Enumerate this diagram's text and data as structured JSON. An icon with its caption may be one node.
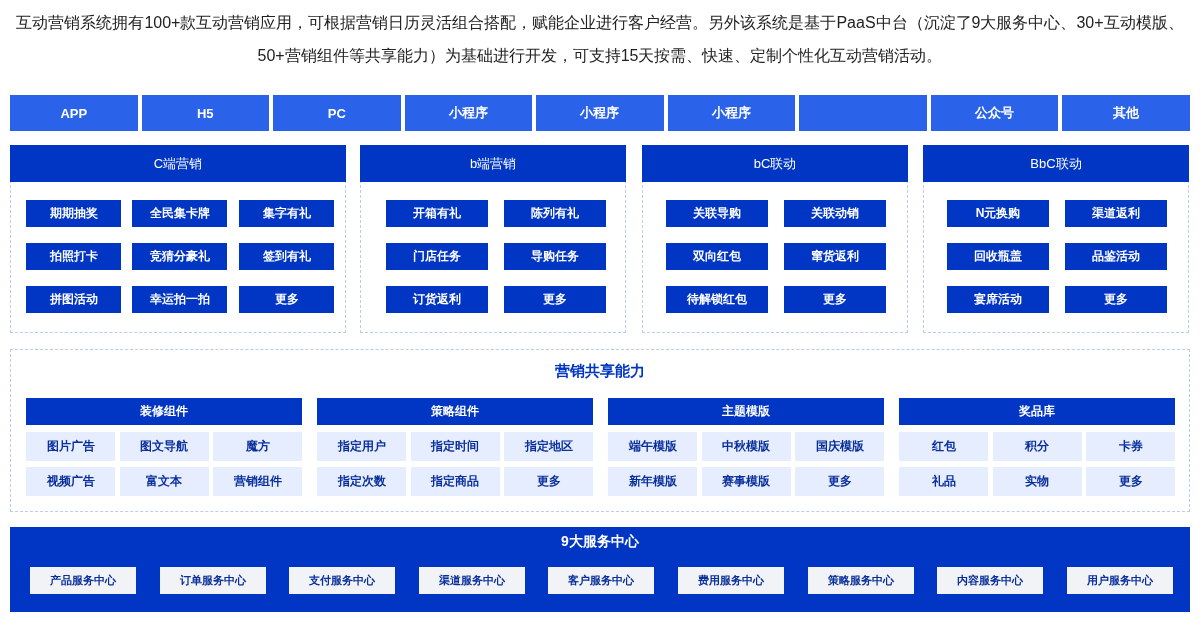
{
  "diagram": {
    "title": "互动营销系统拥有100+款互动营销应用，可根据营销日历灵活组合搭配，赋能企业进行客户经营。另外该系统是基于PaaS中台（沉淀了9大服务中心、30+互动模版、50+营销组件等共享能力）为基础进行开发，可支持15天按需、快速、定制个性化互动营销活动。",
    "nodes": [
      {
        "text": [
          "APP"
        ]
      },
      {
        "text": [
          "H5"
        ]
      },
      {
        "text": [
          "PC"
        ]
      },
      {
        "text": [
          "小程序"
        ]
      },
      {
        "text": [
          "小程序"
        ]
      },
      {
        "text": [
          "小程序"
        ]
      },
      {
        "text": [],
        "shape": "box"
      },
      {
        "text": [
          "公众号"
        ]
      },
      {
        "text": [
          "其他"
        ]
      },
      {
        "text": [
          "C端营销"
        ]
      },
      {
        "text": [
          "期期抽奖"
        ],
        "in": 9
      },
      {
        "text": [
          "全民集卡牌"
        ],
        "in": 9
      },
      {
        "text": [
          "集字有礼"
        ],
        "in": 9
      },
      {
        "text": [
          "拍照打卡"
        ],
        "in": 9
      },
      {
        "text": [
          "竞猜分豪礼"
        ],
        "in": 9
      },
      {
        "text": [
          "签到有礼"
        ],
        "in": 9
      },
      {
        "text": [
          "拼图活动"
        ],
        "in": 9
      },
      {
        "text": [
          "幸运拍一拍"
        ],
        "in": 9
      },
      {
        "text": [
          "更多"
        ],
        "in": 9
      },
      {
        "text": [
          "b端营销"
        ]
      },
      {
        "text": [
          "开箱有礼"
        ],
        "in": 19
      },
      {
        "text": [
          "陈列有礼"
        ],
        "in": 19
      },
      {
        "text": [
          "门店任务"
        ],
        "in": 19
      },
      {
        "text": [
          "导购任务"
        ],
        "in": 19
      },
      {
        "text": [
          "订货返利"
        ],
        "in": 19
      },
      {
        "text": [
          "更多"
        ],
        "in": 19
      },
      {
        "text": [
          "bC联动"
        ]
      },
      {
        "text": [
          "关联导购"
        ],
        "in": 26
      },
      {
        "text": [
          "关联动销"
        ],
        "in": 26
      },
      {
        "text": [
          "双向红包"
        ],
        "in": 26
      },
      {
        "text": [
          "窜货返利"
        ],
        "in": 26
      },
      {
        "text": [
          "待解锁红包"
        ],
        "in": 26
      },
      {
        "text": [
          "更多"
        ],
        "in": 26
      },
      {
        "text": [
          "BbC联动"
        ]
      },
      {
        "text": [
          "N元换购"
        ],
        "in": 33
      },
      {
        "text": [
          "渠道返利"
        ],
        "in": 33
      },
      {
        "text": [
          "回收瓶盖"
        ],
        "in": 33
      },
      {
        "text": [
          "品鉴活动"
        ],
        "in": 33
      },
      {
        "text": [
          "宴席活动"
        ],
        "in": 33
      },
      {
        "text": [
          "更多"
        ],
        "in": 33
      },
      {
        "text": [
          "营销共享能力"
        ]
      },
      {
        "text": [
          "装修组件"
        ],
        "in": 40
      },
      {
        "text": [
          "图片广告"
        ],
        "in": 40
      },
      {
        "text": [
          "图文导航"
        ],
        "in": 40
      },
      {
        "text": [
          "魔方"
        ],
        "in": 40
      },
      {
        "text": [
          "视频广告"
        ],
        "in": 40
      },
      {
        "text": [
          "富文本"
        ],
        "in": 40
      },
      {
        "text": [
          "营销组件"
        ],
        "in": 40
      },
      {
        "text": [
          "策略组件"
        ],
        "in": 40
      },
      {
        "text": [
          "指定用户"
        ],
        "in": 40
      },
      {
        "text": [
          "指定时间"
        ],
        "in": 40
      },
      {
        "text": [
          "指定地区"
        ],
        "in": 40
      },
      {
        "text": [
          "指定次数"
        ],
        "in": 40
      },
      {
        "text": [
          "指定商品"
        ],
        "in": 40
      },
      {
        "text": [
          "更多"
        ],
        "in": 40
      },
      {
        "text": [
          "主题模版"
        ],
        "in": 40
      },
      {
        "text": [
          "端午模版"
        ],
        "in": 40
      },
      {
        "text": [
          "中秋模版"
        ],
        "in": 40
      },
      {
        "text": [
          "国庆模版"
        ],
        "in": 40
      },
      {
        "text": [
          "新年模版"
        ],
        "in": 40
      },
      {
        "text": [
          "赛事模版"
        ],
        "in": 40
      },
      {
        "text": [
          "更多"
        ],
        "in": 40
      },
      {
        "text": [
          "奖品库"
        ],
        "in": 40
      },
      {
        "text": [
          "红包"
        ],
        "in": 40
      },
      {
        "text": [
          "积分"
        ],
        "in": 40
      },
      {
        "text": [
          "卡券"
        ],
        "in": 40
      },
      {
        "text": [
          "礼品"
        ],
        "in": 40
      },
      {
        "text": [
          "实物"
        ],
        "in": 40
      },
      {
        "text": [
          "更多"
        ],
        "in": 40
      },
      {
        "text": [
          "9大服务中心"
        ]
      },
      {
        "text": [
          "产品服务中心"
        ],
        "in": 69
      },
      {
        "text": [
          "订单服务中心"
        ],
        "in": 69
      },
      {
        "text": [
          "支付服务中心"
        ],
        "in": 69
      },
      {
        "text": [
          "渠道服务中心"
        ],
        "in": 69
      },
      {
        "text": [
          "客户服务中心"
        ],
        "in": 69
      },
      {
        "text": [
          "费用服务中心"
        ],
        "in": 69
      },
      {
        "text": [
          "策略服务中心"
        ],
        "in": 69
      },
      {
        "text": [
          "内容服务中心"
        ],
        "in": 69
      },
      {
        "text": [
          "用户服务中心"
        ],
        "in": 69
      }
    ]
  }
}
